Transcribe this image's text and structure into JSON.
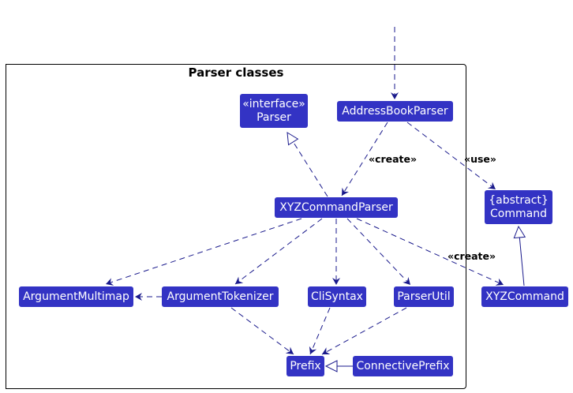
{
  "package": {
    "title": "Parser classes"
  },
  "classes": {
    "parser": {
      "stereotype": "«interface»",
      "name": "Parser"
    },
    "address_book_parser": {
      "name": "AddressBookParser"
    },
    "xyz_command_parser": {
      "name": "XYZCommandParser"
    },
    "command": {
      "stereotype": "{abstract}",
      "name": "Command"
    },
    "argument_multimap": {
      "name": "ArgumentMultimap"
    },
    "argument_tokenizer": {
      "name": "ArgumentTokenizer"
    },
    "cli_syntax": {
      "name": "CliSyntax"
    },
    "parser_util": {
      "name": "ParserUtil"
    },
    "xyz_command": {
      "name": "XYZCommand"
    },
    "prefix": {
      "name": "Prefix"
    },
    "connective_prefix": {
      "name": "ConnectivePrefix"
    }
  },
  "relations": [
    {
      "from": "entry",
      "to": "AddressBookParser",
      "type": "dependency",
      "label": ""
    },
    {
      "from": "AddressBookParser",
      "to": "XYZCommandParser",
      "type": "dependency",
      "label": "«create»"
    },
    {
      "from": "AddressBookParser",
      "to": "Command",
      "type": "dependency",
      "label": "«use»"
    },
    {
      "from": "XYZCommandParser",
      "to": "Parser",
      "type": "realization",
      "label": ""
    },
    {
      "from": "XYZCommandParser",
      "to": "ArgumentMultimap",
      "type": "dependency",
      "label": ""
    },
    {
      "from": "XYZCommandParser",
      "to": "ArgumentTokenizer",
      "type": "dependency",
      "label": ""
    },
    {
      "from": "XYZCommandParser",
      "to": "CliSyntax",
      "type": "dependency",
      "label": ""
    },
    {
      "from": "XYZCommandParser",
      "to": "ParserUtil",
      "type": "dependency",
      "label": ""
    },
    {
      "from": "XYZCommandParser",
      "to": "XYZCommand",
      "type": "dependency",
      "label": "«create»"
    },
    {
      "from": "XYZCommand",
      "to": "Command",
      "type": "generalization",
      "label": ""
    },
    {
      "from": "ArgumentTokenizer",
      "to": "ArgumentMultimap",
      "type": "dependency",
      "label": ""
    },
    {
      "from": "ArgumentTokenizer",
      "to": "Prefix",
      "type": "dependency",
      "label": ""
    },
    {
      "from": "CliSyntax",
      "to": "Prefix",
      "type": "dependency",
      "label": ""
    },
    {
      "from": "ParserUtil",
      "to": "Prefix",
      "type": "dependency",
      "label": ""
    },
    {
      "from": "ConnectivePrefix",
      "to": "Prefix",
      "type": "generalization",
      "label": ""
    }
  ],
  "labels": {
    "create_1": "«create»",
    "use": "«use»",
    "create_2": "«create»"
  },
  "colors": {
    "class_fill": "#3333c4",
    "arrow": "#1a1a8c",
    "text": "#ffffff"
  }
}
